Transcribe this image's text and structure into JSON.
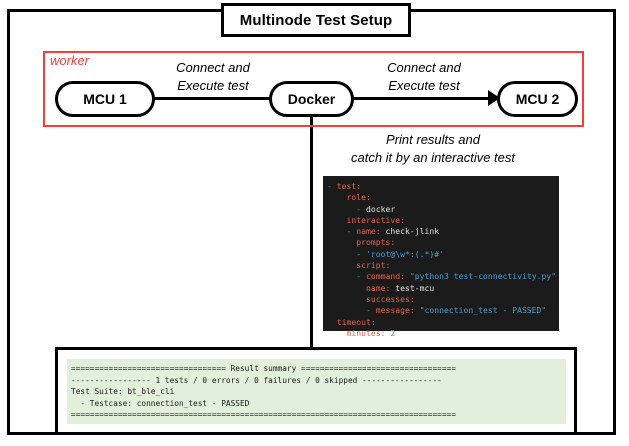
{
  "diagram": {
    "title": "Multinode Test Setup",
    "worker_group_label": "worker",
    "nodes": {
      "mcu1": "MCU 1",
      "mcu2": "MCU 2",
      "docker": "Docker"
    },
    "edges": {
      "left_label_line1": "Connect and",
      "left_label_line2": "Execute test",
      "right_label_line1": "Connect and",
      "right_label_line2": "Execute test",
      "down_label_line1": "Print results and",
      "down_label_line2": "catch it by an interactive test"
    },
    "colors": {
      "worker_border": "#fc3b38",
      "worker_label": "#fc3b38",
      "frame": "#000000",
      "code_bg": "#1b1b1b",
      "code_key": "#e36049",
      "code_string": "#4a9fd4",
      "code_dash": "#3f8fd2",
      "result_bg": "#e2efdb"
    }
  },
  "code_block": {
    "language": "yaml",
    "lines": [
      [
        {
          "t": "- ",
          "c": "dash"
        },
        {
          "t": "test",
          "c": "key"
        },
        {
          "t": ":",
          "c": "key"
        }
      ],
      [
        {
          "t": "    ",
          "c": "plain"
        },
        {
          "t": "role",
          "c": "key"
        },
        {
          "t": ":",
          "c": "key"
        }
      ],
      [
        {
          "t": "      ",
          "c": "plain"
        },
        {
          "t": "- ",
          "c": "dash"
        },
        {
          "t": "docker",
          "c": "plain"
        }
      ],
      [
        {
          "t": "    ",
          "c": "plain"
        },
        {
          "t": "interactive",
          "c": "key"
        },
        {
          "t": ":",
          "c": "key"
        }
      ],
      [
        {
          "t": "    ",
          "c": "plain"
        },
        {
          "t": "- ",
          "c": "dash"
        },
        {
          "t": "name",
          "c": "key"
        },
        {
          "t": ": ",
          "c": "key"
        },
        {
          "t": "check-jlink",
          "c": "plain"
        }
      ],
      [
        {
          "t": "      ",
          "c": "plain"
        },
        {
          "t": "prompts",
          "c": "key"
        },
        {
          "t": ":",
          "c": "key"
        }
      ],
      [
        {
          "t": "      ",
          "c": "plain"
        },
        {
          "t": "- ",
          "c": "dash"
        },
        {
          "t": "'root@\\w*:(.*)#'",
          "c": "str"
        }
      ],
      [
        {
          "t": "      ",
          "c": "plain"
        },
        {
          "t": "script",
          "c": "key"
        },
        {
          "t": ":",
          "c": "key"
        }
      ],
      [
        {
          "t": "      ",
          "c": "plain"
        },
        {
          "t": "- ",
          "c": "dash"
        },
        {
          "t": "command",
          "c": "key"
        },
        {
          "t": ": ",
          "c": "key"
        },
        {
          "t": "\"python3 test-connectivity.py\"",
          "c": "str"
        }
      ],
      [
        {
          "t": "        ",
          "c": "plain"
        },
        {
          "t": "name",
          "c": "key"
        },
        {
          "t": ": ",
          "c": "key"
        },
        {
          "t": "test-mcu",
          "c": "plain"
        }
      ],
      [
        {
          "t": "        ",
          "c": "plain"
        },
        {
          "t": "successes",
          "c": "key"
        },
        {
          "t": ":",
          "c": "key"
        }
      ],
      [
        {
          "t": "        ",
          "c": "plain"
        },
        {
          "t": "- ",
          "c": "dash"
        },
        {
          "t": "message",
          "c": "key"
        },
        {
          "t": ": ",
          "c": "key"
        },
        {
          "t": "\"connection_test - PASSED\"",
          "c": "str"
        }
      ],
      [
        {
          "t": "  ",
          "c": "plain"
        },
        {
          "t": "timeout",
          "c": "key"
        },
        {
          "t": ":",
          "c": "key"
        }
      ],
      [
        {
          "t": "    ",
          "c": "plain"
        },
        {
          "t": "minutes",
          "c": "key"
        },
        {
          "t": ": ",
          "c": "key"
        },
        {
          "t": "2",
          "c": "num"
        }
      ]
    ]
  },
  "result_summary": {
    "lines": [
      "================================= Result summary =================================",
      "----------------- 1 tests / 0 errors / 0 failures / 0 skipped -----------------",
      "Test Suite: bt_ble_cli",
      "  - Testcase: connection_test - PASSED",
      "=================================================================================="
    ],
    "tests": 1,
    "errors": 0,
    "failures": 0,
    "skipped": 0,
    "suite": "bt_ble_cli",
    "testcase": "connection_test",
    "status": "PASSED"
  }
}
